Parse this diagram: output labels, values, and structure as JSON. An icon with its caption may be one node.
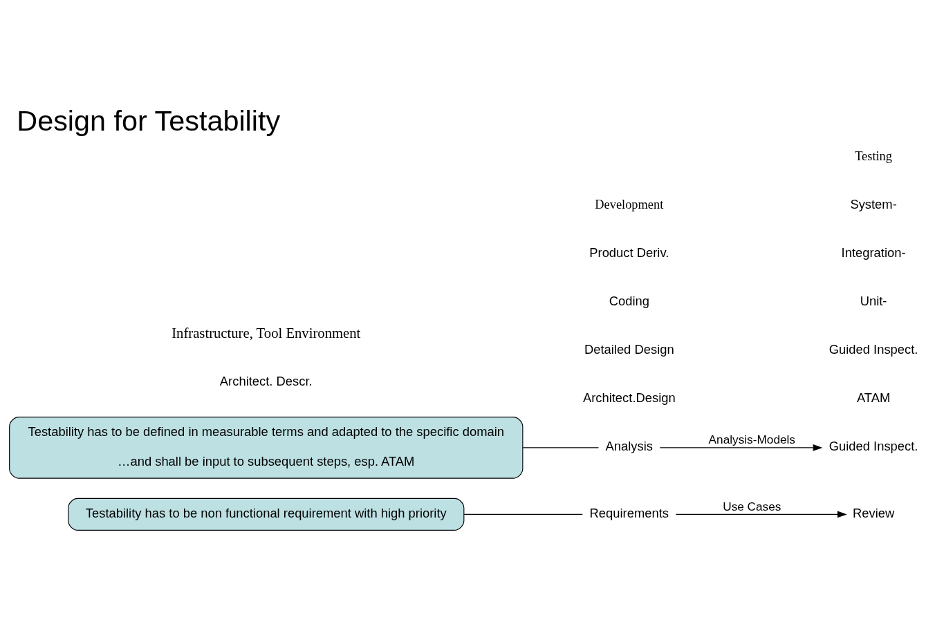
{
  "diagram": {
    "title": "Design for Testability",
    "nodes": [
      {
        "text": [
          "Testability has to be non functional requirement with high priority"
        ]
      },
      {
        "text": [
          "Requirements"
        ]
      },
      {
        "text": [
          "Analysis"
        ]
      },
      {
        "text": [
          "Architect.Design"
        ]
      },
      {
        "text": [
          "Detailed Design"
        ]
      },
      {
        "text": [
          "Coding"
        ]
      },
      {
        "text": [
          "Product Deriv."
        ]
      },
      {
        "text": [
          "Review"
        ]
      },
      {
        "text": [
          "Guided Inspect."
        ]
      },
      {
        "text": [
          "ATAM"
        ]
      },
      {
        "text": [
          "Guided Inspect."
        ]
      },
      {
        "text": [
          "Unit-"
        ]
      },
      {
        "text": [
          "Integration-"
        ]
      },
      {
        "text": [
          "System-"
        ]
      },
      {
        "text": [
          "Testability has to be defined in measurable terms and adapted to the specific domain",
          "…and shall be input to subsequent steps, esp. ATAM"
        ]
      }
    ],
    "edges": [
      {
        "from": 0,
        "to": 1,
        "arrow": "none"
      },
      {
        "from": 14,
        "to": 2,
        "arrow": "none"
      },
      {
        "from": 1,
        "to": 7,
        "arrow": "to",
        "label": "Use Cases"
      },
      {
        "from": 2,
        "to": 8,
        "arrow": "to",
        "label": "Analysis-Models"
      }
    ],
    "labels": [
      "Architect. Descr.",
      "Testing",
      "Development",
      "Infrastructure, Tool Environment"
    ]
  }
}
